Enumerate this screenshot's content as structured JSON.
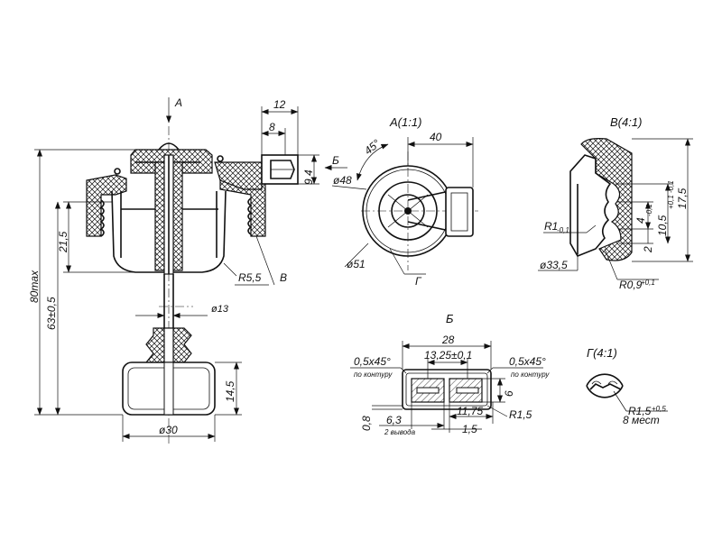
{
  "views": {
    "a_view": "А(1:1)",
    "b_view": "В(4:1)",
    "section_b": "Б",
    "g_view": "Г(4:1)"
  },
  "labels": {
    "arrow_a": "А",
    "arrow_b": "Б",
    "arrow_v": "В",
    "leader_g": "Г"
  },
  "dimensions": {
    "d12": "12",
    "d8": "8",
    "d94": "9,4",
    "d215": "21,5",
    "d80max": "80max",
    "d63": "63±0,5",
    "r55": "R5,5",
    "phi13": "ø13",
    "d145": "14,5",
    "phi30": "ø30",
    "d40": "40",
    "ang45": "45°",
    "phi48": "ø48",
    "phi51": "ø51",
    "d175": "17,5",
    "d105": "10,5",
    "d105_tol": "+0,1 -0,1",
    "d4": "4",
    "d4_tol": "-0,1",
    "d2": "2",
    "r1": "R1",
    "r1_tol": "-0,1",
    "phi335": "ø33,5",
    "r09": "R0,9",
    "r09_tol": "+0,1",
    "d28": "28",
    "d1325": "13,25±0,1",
    "ch_left": "0,5x45°",
    "ch_left_note": "по контуру",
    "ch_right": "0,5x45°",
    "ch_right_note": "по контуру",
    "d6": "6",
    "d08": "0,8",
    "d63s": "6,3",
    "d63s_note": "2 вывода",
    "d1175": "11,75",
    "d15": "1,5",
    "r15": "R1,5",
    "r15g": "R1,5",
    "r15g_tol": "+0,5",
    "r15g_note": "8 мест"
  }
}
